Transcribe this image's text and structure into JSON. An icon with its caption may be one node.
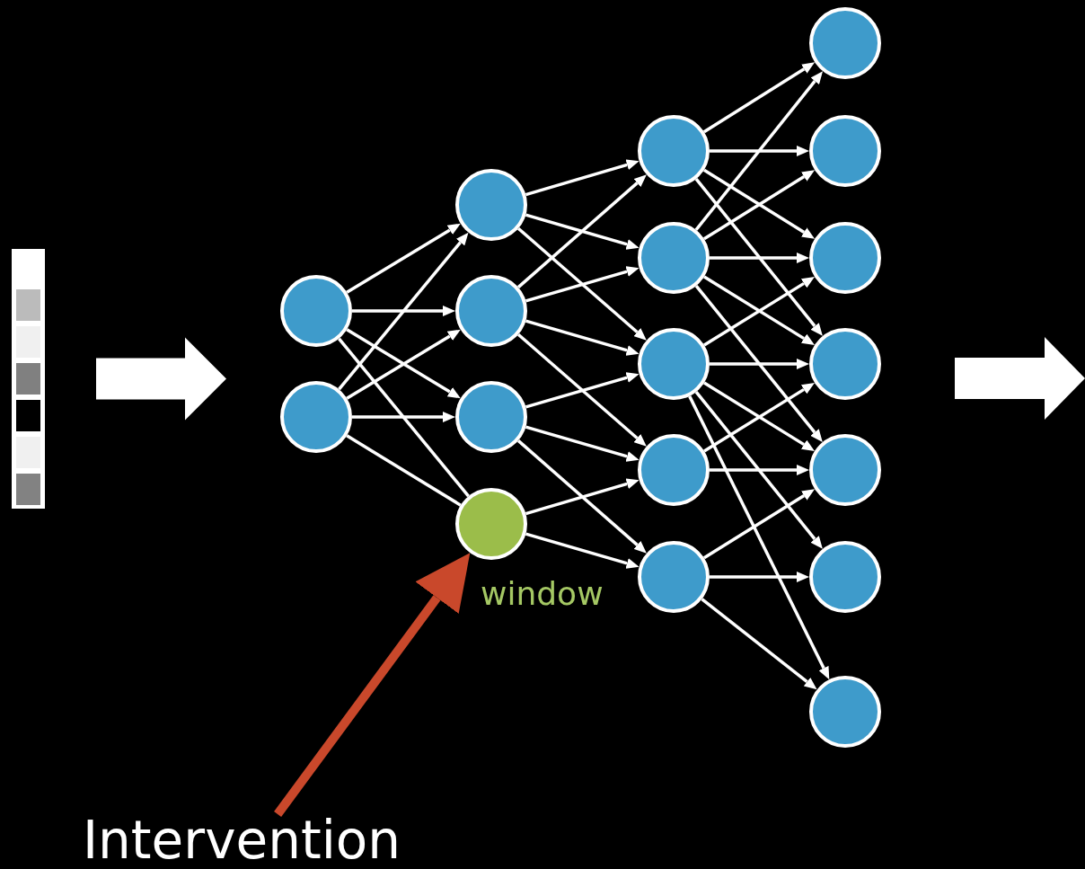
{
  "diagram": {
    "nodes": [
      {
        "text": [],
        "shape": "bar"
      },
      {
        "text": [],
        "shape": "circle"
      },
      {
        "text": [],
        "shape": "circle"
      },
      {
        "text": [],
        "shape": "circle"
      },
      {
        "text": [],
        "shape": "circle"
      },
      {
        "text": [],
        "shape": "circle"
      },
      {
        "text": [],
        "shape": "circle",
        "beside": [
          "window"
        ]
      },
      {
        "text": [],
        "shape": "circle"
      },
      {
        "text": [],
        "shape": "circle"
      },
      {
        "text": [],
        "shape": "circle"
      },
      {
        "text": [],
        "shape": "circle"
      },
      {
        "text": [],
        "shape": "circle"
      },
      {
        "text": [],
        "shape": "circle"
      },
      {
        "text": [],
        "shape": "circle"
      },
      {
        "text": [],
        "shape": "circle"
      },
      {
        "text": [],
        "shape": "circle"
      },
      {
        "text": [],
        "shape": "circle"
      },
      {
        "text": [],
        "shape": "circle"
      },
      {
        "text": [],
        "shape": "circle"
      },
      {
        "text": [
          "Intervention"
        ]
      }
    ],
    "edges": [
      {
        "from": 0,
        "to": 1,
        "arrow": "to",
        "style": "thick"
      },
      {
        "from": 19,
        "to": 6,
        "arrow": "to",
        "style": "thick",
        "color": "#c9482b"
      },
      {
        "from": 1,
        "to": 3,
        "arrow": "to"
      },
      {
        "from": 1,
        "to": 4,
        "arrow": "to"
      },
      {
        "from": 1,
        "to": 5,
        "arrow": "to"
      },
      {
        "from": 1,
        "to": 6,
        "arrow": "none"
      },
      {
        "from": 2,
        "to": 3,
        "arrow": "to"
      },
      {
        "from": 2,
        "to": 4,
        "arrow": "to"
      },
      {
        "from": 2,
        "to": 5,
        "arrow": "to"
      },
      {
        "from": 2,
        "to": 6,
        "arrow": "none"
      },
      {
        "from": 3,
        "to": 7,
        "arrow": "to"
      },
      {
        "from": 3,
        "to": 8,
        "arrow": "to"
      },
      {
        "from": 3,
        "to": 9,
        "arrow": "to"
      },
      {
        "from": 4,
        "to": 7,
        "arrow": "to"
      },
      {
        "from": 4,
        "to": 8,
        "arrow": "to"
      },
      {
        "from": 4,
        "to": 9,
        "arrow": "to"
      },
      {
        "from": 4,
        "to": 10,
        "arrow": "to"
      },
      {
        "from": 5,
        "to": 9,
        "arrow": "to"
      },
      {
        "from": 5,
        "to": 10,
        "arrow": "to"
      },
      {
        "from": 5,
        "to": 11,
        "arrow": "to"
      },
      {
        "from": 6,
        "to": 10,
        "arrow": "to"
      },
      {
        "from": 6,
        "to": 11,
        "arrow": "to"
      },
      {
        "from": 7,
        "to": 12,
        "arrow": "to"
      },
      {
        "from": 7,
        "to": 13,
        "arrow": "to"
      },
      {
        "from": 7,
        "to": 14,
        "arrow": "to"
      },
      {
        "from": 7,
        "to": 15,
        "arrow": "to"
      },
      {
        "from": 8,
        "to": 12,
        "arrow": "to"
      },
      {
        "from": 8,
        "to": 13,
        "arrow": "to"
      },
      {
        "from": 8,
        "to": 14,
        "arrow": "to"
      },
      {
        "from": 8,
        "to": 15,
        "arrow": "to"
      },
      {
        "from": 8,
        "to": 16,
        "arrow": "to"
      },
      {
        "from": 9,
        "to": 14,
        "arrow": "to"
      },
      {
        "from": 9,
        "to": 15,
        "arrow": "to"
      },
      {
        "from": 9,
        "to": 16,
        "arrow": "to"
      },
      {
        "from": 9,
        "to": 17,
        "arrow": "to"
      },
      {
        "from": 9,
        "to": 18,
        "arrow": "to"
      },
      {
        "from": 10,
        "to": 15,
        "arrow": "to"
      },
      {
        "from": 10,
        "to": 16,
        "arrow": "to"
      },
      {
        "from": 11,
        "to": 16,
        "arrow": "to"
      },
      {
        "from": 11,
        "to": 17,
        "arrow": "to"
      },
      {
        "from": 11,
        "to": 18,
        "arrow": "to"
      }
    ]
  }
}
